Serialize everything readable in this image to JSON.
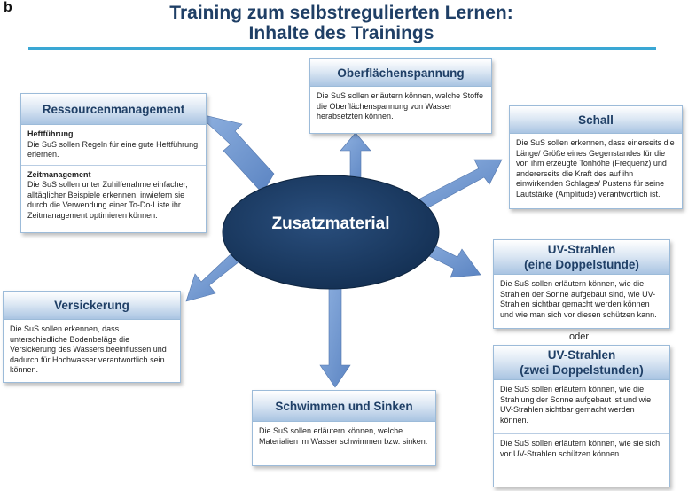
{
  "figure_label": "b",
  "title_line1": "Training zum selbstregulierten Lernen:",
  "title_line2": "Inhalte des Trainings",
  "center": "Zusatzmaterial",
  "ressourcen": {
    "title": "Ressourcenmanagement",
    "sub1": "Heftführung",
    "text1": "Die SuS sollen Regeln für eine gute Heftführung erlernen.",
    "sub2": "Zeitmanagement",
    "text2": "Die SuS sollen unter Zuhilfenahme einfacher, alltäglicher Beispiele erkennen, inwiefern sie durch die Verwendung einer To-Do-Liste ihr Zeitmanagement optimieren können."
  },
  "oberflaeche": {
    "title": "Oberflächenspannung",
    "text": "Die SuS sollen erläutern können, welche Stoffe die Oberflächenspannung von Wasser herabsetzten können."
  },
  "schall": {
    "title": "Schall",
    "text": "Die SuS sollen erkennen, dass einerseits die Länge/ Größe eines Gegenstandes für die von ihm erzeugte Tonhöhe (Frequenz) und andererseits die Kraft des auf ihn einwirkenden Schlages/ Pustens für seine Lautstärke (Amplitude) verantwortlich ist."
  },
  "uv1": {
    "title_line1": "UV-Strahlen",
    "title_line2": "(eine Doppelstunde)",
    "text": "Die SuS sollen erläutern können, wie die Strahlen der Sonne aufgebaut sind, wie UV-Strahlen sichtbar gemacht werden können und wie man sich vor diesen schützen kann."
  },
  "oder": "oder",
  "uv2": {
    "title_line1": "UV-Strahlen",
    "title_line2": "(zwei Doppelstunden)",
    "text1": "Die SuS sollen erläutern können, wie die Strahlung der Sonne aufgebaut ist und wie UV-Strahlen sichtbar gemacht werden können.",
    "text2": "Die SuS sollen erläutern können, wie sie sich vor UV-Strahlen schützen können."
  },
  "versickerung": {
    "title": "Versickerung",
    "text": "Die SuS sollen erkennen, dass unterschiedliche Bodenbeläge die Versickerung des Wassers beeinflussen und dadurch für Hochwasser verantwortlich sein können."
  },
  "schwimmen": {
    "title": "Schwimmen und Sinken",
    "text": "Die SuS sollen erläutern können, welche Materialien im Wasser schwimmen bzw. sinken."
  },
  "colors": {
    "title": "#1f3f66",
    "center_fill": "#17375e",
    "arrow": "#6f96cf",
    "rule": "#3aa7d4"
  }
}
